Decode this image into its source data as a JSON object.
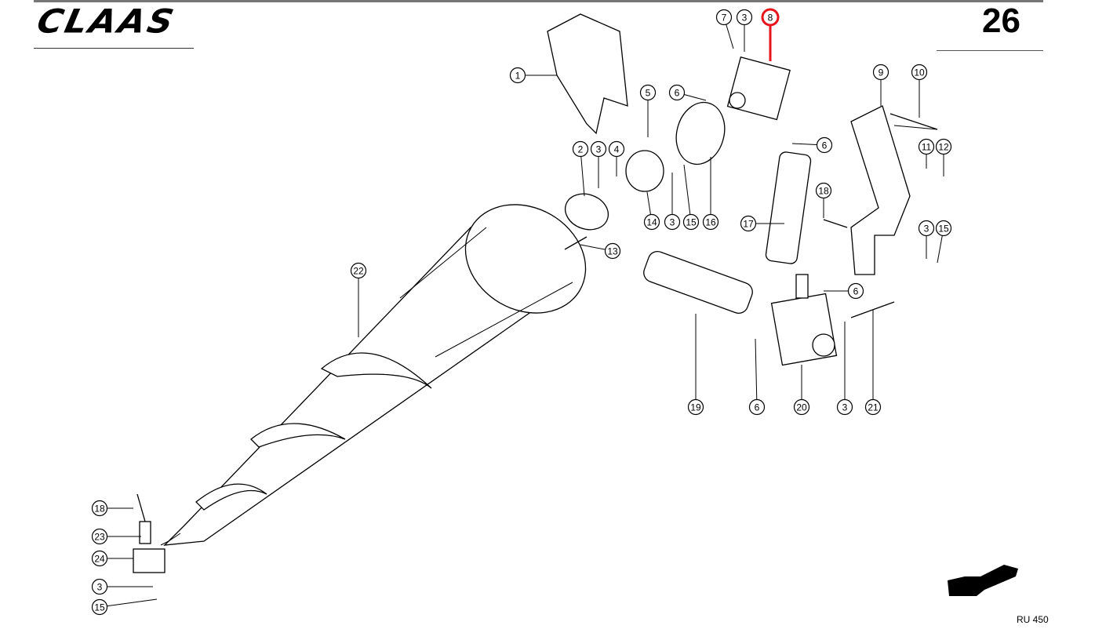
{
  "header": {
    "logo": "CLAAS",
    "page_number": "26"
  },
  "footer": {
    "drawing_ref": "RU 450"
  },
  "highlighted_callout": "8",
  "callouts": [
    "1",
    "7",
    "3",
    "8",
    "9",
    "10",
    "5",
    "6",
    "6",
    "11",
    "12",
    "2",
    "3",
    "4",
    "18",
    "14",
    "3",
    "15",
    "16",
    "17",
    "3",
    "15",
    "13",
    "22",
    "6",
    "19",
    "6",
    "20",
    "3",
    "21",
    "18",
    "23",
    "24",
    "3",
    "15"
  ],
  "colors": {
    "highlight": "#e8141c",
    "ink": "#000000"
  }
}
